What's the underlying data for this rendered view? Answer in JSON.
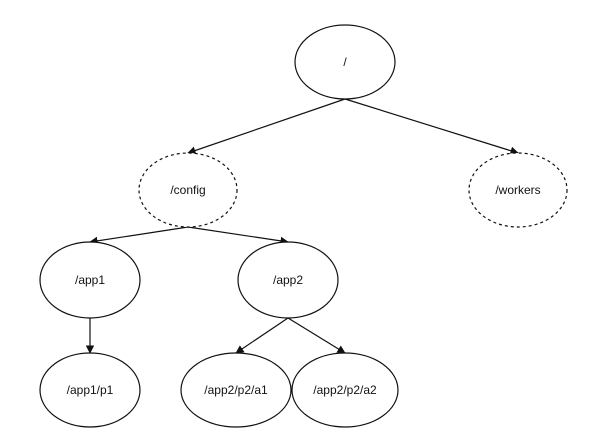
{
  "diagram": {
    "nodes": [
      {
        "id": "root",
        "label": "/",
        "style": "solid"
      },
      {
        "id": "config",
        "label": "/config",
        "style": "dashed"
      },
      {
        "id": "workers",
        "label": "/workers",
        "style": "dashed"
      },
      {
        "id": "app1",
        "label": "/app1",
        "style": "solid"
      },
      {
        "id": "app2",
        "label": "/app2",
        "style": "solid"
      },
      {
        "id": "app1p1",
        "label": "/app1/p1",
        "style": "solid"
      },
      {
        "id": "app2a1",
        "label": "/app2/p2/a1",
        "style": "solid"
      },
      {
        "id": "app2a2",
        "label": "/app2/p2/a2",
        "style": "solid"
      }
    ],
    "edges": [
      {
        "from": "root",
        "to": "config"
      },
      {
        "from": "root",
        "to": "workers"
      },
      {
        "from": "config",
        "to": "app1"
      },
      {
        "from": "config",
        "to": "app2"
      },
      {
        "from": "app1",
        "to": "app1p1"
      },
      {
        "from": "app2",
        "to": "app2a1"
      },
      {
        "from": "app2",
        "to": "app2a2"
      }
    ]
  }
}
